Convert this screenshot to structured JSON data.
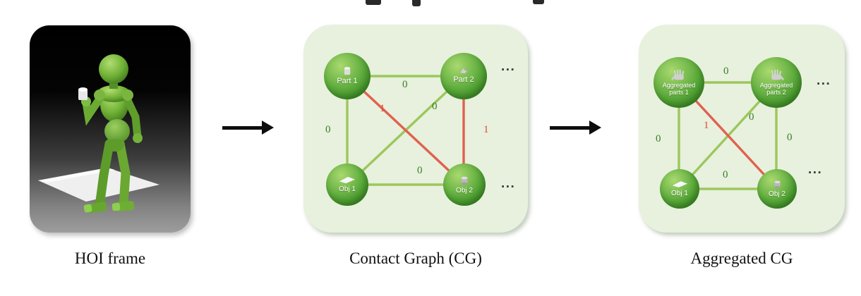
{
  "colors": {
    "panel_background": "#e7f1dd",
    "node_green": "#4f9e30",
    "edge_no_contact": "#9cc75c",
    "edge_contact": "#e0614f",
    "label_no_contact": "#3a7c28",
    "label_contact": "#e14634"
  },
  "hoi_panel": {
    "caption": "HOI frame"
  },
  "cg_panel": {
    "caption": "Contact Graph (CG)",
    "nodes": [
      {
        "label": "Part 1",
        "icon": "cup-icon"
      },
      {
        "label": "Part 2",
        "icon": "wedge-icon"
      },
      {
        "label": "Obj 1",
        "icon": "sheet-icon"
      },
      {
        "label": "Obj 2",
        "icon": "cylinder-icon"
      }
    ],
    "edges": [
      {
        "from": "Part 1",
        "to": "Part 2",
        "value": "0",
        "contact": false
      },
      {
        "from": "Part 1",
        "to": "Obj 1",
        "value": "0",
        "contact": false
      },
      {
        "from": "Part 2",
        "to": "Obj 2",
        "value": "1",
        "contact": true
      },
      {
        "from": "Obj 1",
        "to": "Obj 2",
        "value": "0",
        "contact": false
      },
      {
        "from": "Part 1",
        "to": "Obj 2",
        "value": "1",
        "contact": true
      },
      {
        "from": "Part 2",
        "to": "Obj 1",
        "value": "0",
        "contact": false
      }
    ],
    "more_nodes_ellipsis": "..."
  },
  "agg_panel": {
    "caption": "Aggregated CG",
    "nodes": [
      {
        "label": "Aggregated parts 1",
        "icon": "robot-hand-icon"
      },
      {
        "label": "Aggregated parts 2",
        "icon": "robot-hand-icon"
      },
      {
        "label": "Obj 1",
        "icon": "sheet-icon"
      },
      {
        "label": "Obj 2",
        "icon": "cylinder-icon"
      }
    ],
    "edges": [
      {
        "from": "Aggregated parts 1",
        "to": "Aggregated parts 2",
        "value": "0",
        "contact": false
      },
      {
        "from": "Aggregated parts 1",
        "to": "Obj 1",
        "value": "0",
        "contact": false
      },
      {
        "from": "Aggregated parts 2",
        "to": "Obj 2",
        "value": "0",
        "contact": false
      },
      {
        "from": "Obj 1",
        "to": "Obj 2",
        "value": "0",
        "contact": false
      },
      {
        "from": "Aggregated parts 1",
        "to": "Obj 2",
        "value": "1",
        "contact": true
      },
      {
        "from": "Aggregated parts 2",
        "to": "Obj 1",
        "value": "0",
        "contact": false
      }
    ],
    "more_nodes_ellipsis": "..."
  }
}
